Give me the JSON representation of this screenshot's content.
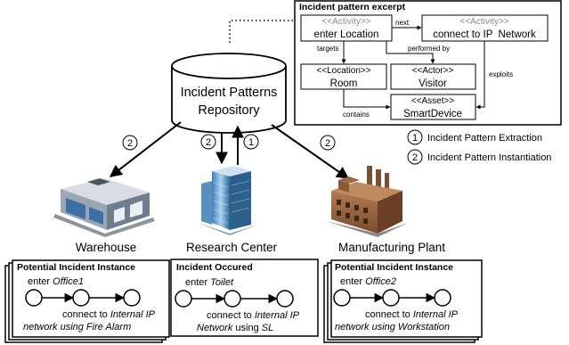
{
  "excerpt": {
    "title": "Incident pattern excerpt",
    "activity1": {
      "stereotype": "<<Activity>>",
      "name": "enter Location"
    },
    "activity2": {
      "stereotype": "<<Activity>>",
      "name": "connect to IP  Network"
    },
    "location": {
      "stereotype": "<<Location>>",
      "name": "Room"
    },
    "actor": {
      "stereotype": "<<Actor>>",
      "name": "Visitor"
    },
    "asset": {
      "stereotype": "<<Asset>>",
      "name": "SmartDevice"
    },
    "edges": {
      "next": "next",
      "targets": "targets",
      "performed_by": "performed by",
      "exploits": "exploits",
      "contains": "contains"
    }
  },
  "repository": {
    "line1": "Incident Patterns",
    "line2": "Repository"
  },
  "legend": [
    {
      "num": "1",
      "label": "Incident Pattern Extraction"
    },
    {
      "num": "2",
      "label": "Incident Pattern Instantiation"
    }
  ],
  "arrow_badges": {
    "warehouse": "2",
    "research_down": "2",
    "research_up": "1",
    "manufacturing": "2"
  },
  "sites": {
    "warehouse": "Warehouse",
    "research": "Research Center",
    "manufacturing": "Manufacturing Plant"
  },
  "cards": [
    {
      "title": "Potential Incident Instance",
      "enter_prefix": "enter ",
      "enter_place": "Office1",
      "conn_prefix": "connect to ",
      "conn_l1_italic": "Internal IP",
      "conn_l2_italic": "network using Fire Alarm",
      "conn_l2_plain": ""
    },
    {
      "title": "Incident Occured",
      "enter_prefix": "enter ",
      "enter_place": "Toilet",
      "conn_prefix": "connect to ",
      "conn_l1_italic": "Internal IP",
      "conn_l2_italic": "Network",
      "conn_l2_plain": " using ",
      "conn_l2_italic2": "SL"
    },
    {
      "title": "Potential Incident Instance",
      "enter_prefix": "enter ",
      "enter_place": "Office2",
      "conn_prefix": "connect to ",
      "conn_l1_italic": "Internal IP",
      "conn_l2_italic": "network using Workstation",
      "conn_l2_plain": ""
    }
  ]
}
